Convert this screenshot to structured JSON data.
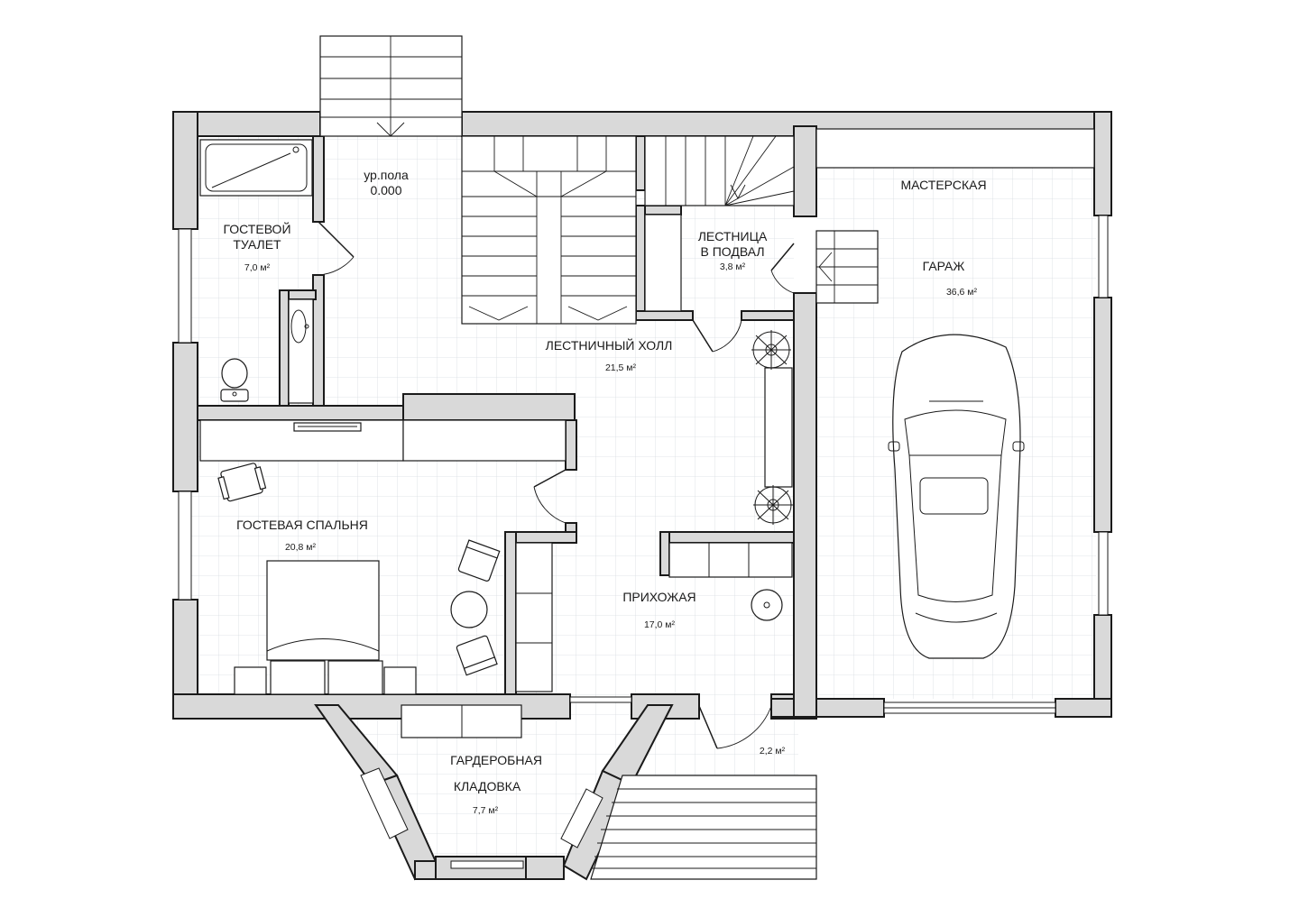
{
  "rooms": {
    "guest_toilet": {
      "name_line1": "ГОСТЕВОЙ",
      "name_line2": "ТУАЛЕТ",
      "area": "7,0 м²"
    },
    "floor_level": {
      "line1": "ур.пола",
      "line2": "0.000"
    },
    "stair_hall": {
      "name": "ЛЕСТНИЧНЫЙ ХОЛЛ",
      "area": "21,5 м²"
    },
    "basement_stair": {
      "name_line1": "ЛЕСТНИЦА",
      "name_line2": "В ПОДВАЛ",
      "area": "3,8 м²"
    },
    "workshop": {
      "name": "МАСТЕРСКАЯ"
    },
    "garage": {
      "name": "ГАРАЖ",
      "area": "36,6 м²"
    },
    "guest_bedroom": {
      "name": "ГОСТЕВАЯ СПАЛЬНЯ",
      "area": "20,8 м²"
    },
    "entrance_hall": {
      "name": "ПРИХОЖАЯ",
      "area": "17,0 м²"
    },
    "wardrobe": {
      "name_line1": "ГАРДЕРОБНАЯ",
      "name_line2": "КЛАДОВКА",
      "area": "7,7 м²"
    },
    "porch": {
      "area": "2,2 м²"
    }
  }
}
